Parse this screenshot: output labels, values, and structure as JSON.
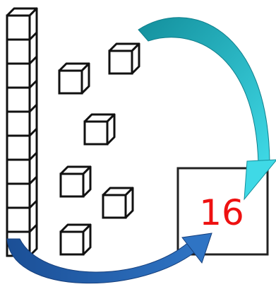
{
  "diagram": {
    "tens_rod_cubes": 10,
    "loose_ones_cubes": 6,
    "answer_box": {
      "value": "16",
      "color": "#ee1111"
    },
    "arrows": {
      "top_arrow_color": "#1aa8b8",
      "bottom_arrow_color": "#1f5fa8"
    }
  }
}
